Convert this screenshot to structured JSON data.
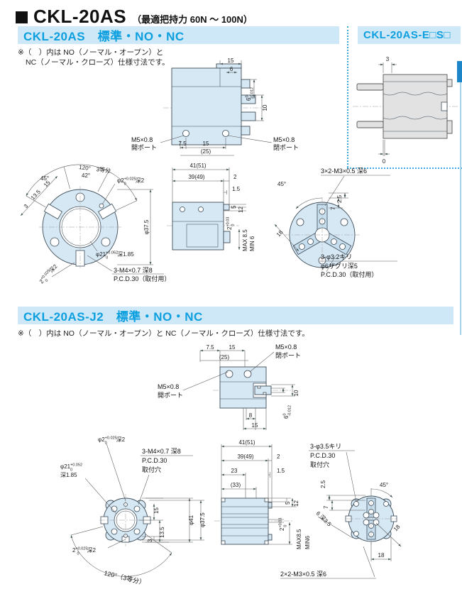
{
  "colors": {
    "band_bg": "#cfe8f7",
    "band_text": "#0c9fe0",
    "part_fill": "#d7e8f5",
    "part_grey": "#e2e2e2",
    "accent": "#3fa8dc",
    "tab": "#1d86c8"
  },
  "header": {
    "title": "CKL-20AS",
    "subtitle": "（最適把持力 60N ～ 100N）"
  },
  "s1": {
    "band": "CKL-20AS　標準・NO・NC",
    "note1": "※（　）内は NO（ノーマル・オープン）と",
    "note2": "NC（ノーマル・クローズ）仕様寸法です。",
    "top": {
      "d15": "15",
      "d6": "6",
      "tol6": {
        "base": "6",
        "sup": "0",
        "sub": "-0.012"
      },
      "d10": "10",
      "open1": "M5×0.8",
      "open2": "開ポート",
      "close1": "M5×0.8",
      "close2": "閉ポート",
      "d75": "7.5",
      "d15b": "15",
      "d25": "(25)"
    },
    "front": {
      "arc120": "120°　3等分",
      "a45": "45°",
      "a42": "42°",
      "phi2": {
        "base": "φ2",
        "sup": "+0.025",
        "sub": "0",
        "tail": "深2"
      },
      "d3": "3",
      "d135": "13.5",
      "d15": "15",
      "phi21": {
        "base": "φ21",
        "sup": "+0.052",
        "sub": "0",
        "tail": "深1.85"
      },
      "key2": {
        "base": "2",
        "sup": "+0.025",
        "sub": "0",
        "tail": "深2"
      },
      "m4": "3-M4×0.7 深8",
      "pcd": "P.C.D.30（取付用）",
      "phi375": "φ37.5"
    },
    "side": {
      "d41": "41(51)",
      "d39": "39(49)",
      "d2": "2",
      "d15": "1.5",
      "d5": "5",
      "d12": "12",
      "key2": {
        "base": "2",
        "sup": "+0.03",
        "sub": "0"
      },
      "max": "MAX 8.5",
      "min": "MIN 6"
    },
    "rear": {
      "m3": "3×2-M3×0.5 深6",
      "a45": "45°",
      "d25": "2.5",
      "d7": "7",
      "d18": "18",
      "drill": "3-φ3.2キリ",
      "cbore": "φ6ザグリ深5",
      "pcd": "P.C.D.30（取付用）"
    }
  },
  "ep": {
    "band": "CKL-20AS-E□S□",
    "d3": "3",
    "d0": "0"
  },
  "s2": {
    "band": "CKL-20AS-J2　標準・NO・NC",
    "note": "※（　）内は NO（ノーマル・オープン）と NC（ノーマル・クローズ）仕様寸法です。",
    "top": {
      "d75": "7.5",
      "d15": "15",
      "d25": "(25)",
      "close1": "M5×0.8",
      "close2": "閉ポート",
      "open1": "M5×0.8",
      "open2": "開ポート",
      "d10": "10",
      "tol6": {
        "base": "6",
        "sup": "0",
        "sub": "-0.012"
      },
      "d8": "8",
      "d15b": "15"
    },
    "front": {
      "phi2": {
        "base": "φ2",
        "sup": "+0.025",
        "sub": "0",
        "tail": "深2"
      },
      "m4": "3-M4×0.7 深8",
      "pcd": "P.C.D.30",
      "hole": "取付穴",
      "phi21": {
        "base": "φ21",
        "sup": "+0.052",
        "sub": "0"
      },
      "depth": "深1.85",
      "d15": "15",
      "d3": "3",
      "d135": "13.5",
      "phi41": "φ41",
      "phi375": "φ37.5",
      "key2": {
        "base": "2",
        "sup": "+0.025",
        "sub": "0",
        "tail": "深2"
      },
      "arc120": "120°（3等分）"
    },
    "side": {
      "d41": "41(51)",
      "d39": "39(49)",
      "d23": "23",
      "d33": "(33)",
      "d2": "2",
      "d15": "1.5",
      "d5": "5",
      "d12": "12",
      "key2": {
        "base": "2",
        "sup": "+0.03",
        "sub": "0"
      },
      "max": "MAX8.5",
      "min": "MIN6",
      "m3": "2×2-M3×0.5 深6"
    },
    "rear": {
      "drill": "3-φ3.5キリ",
      "pcd": "P.C.D.30",
      "hole": "取付穴",
      "a45": "45°",
      "d25": "2.5",
      "d7": "7",
      "key": "6 深3.5",
      "d18a": "18",
      "d18b": "18"
    }
  }
}
